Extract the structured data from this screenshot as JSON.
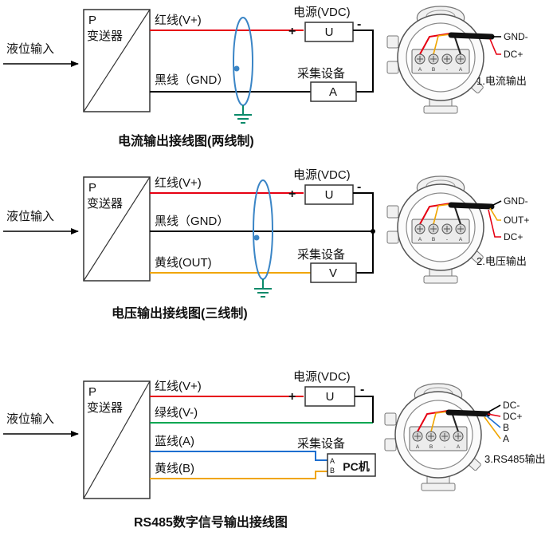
{
  "page_bg": "#ffffff",
  "colors": {
    "red": "#e60012",
    "black": "#000000",
    "yellow": "#f0a500",
    "green": "#00a651",
    "blue": "#1e6fd0",
    "shield_blue": "#3a85c6",
    "ground_green": "#0a8a6a"
  },
  "terminal_marks": [
    "A",
    "B",
    "-",
    "A"
  ],
  "sections": [
    {
      "input_label": "液位输入",
      "transmitter": {
        "p": "P",
        "name": "变送器"
      },
      "wires": [
        {
          "label": "红线(V+)",
          "color": "#e60012"
        },
        {
          "label": "黑线（GND）",
          "color": "#000000"
        }
      ],
      "power": {
        "title": "电源(VDC)",
        "unit": "U",
        "plus": "+",
        "minus": "-"
      },
      "collector": {
        "title": "采集设备",
        "unit": "A"
      },
      "caption": "电流输出接线图(两线制)",
      "device": {
        "pins": [
          "GND-",
          "DC+"
        ],
        "caption": "1.电流输出"
      }
    },
    {
      "input_label": "液位输入",
      "transmitter": {
        "p": "P",
        "name": "变送器"
      },
      "wires": [
        {
          "label": "红线(V+)",
          "color": "#e60012"
        },
        {
          "label": "黑线（GND）",
          "color": "#000000"
        },
        {
          "label": "黄线(OUT)",
          "color": "#f0a500"
        }
      ],
      "power": {
        "title": "电源(VDC)",
        "unit": "U",
        "plus": "+",
        "minus": "-"
      },
      "collector": {
        "title": "采集设备",
        "unit": "V"
      },
      "caption": "电压输出接线图(三线制)",
      "device": {
        "pins": [
          "GND-",
          "OUT+",
          "DC+"
        ],
        "caption": "2.电压输出"
      }
    },
    {
      "input_label": "液位输入",
      "transmitter": {
        "p": "P",
        "name": "变送器"
      },
      "wires": [
        {
          "label": "红线(V+)",
          "color": "#e60012"
        },
        {
          "label": "绿线(V-)",
          "color": "#00a651"
        },
        {
          "label": "蓝线(A)",
          "color": "#1e6fd0"
        },
        {
          "label": "黄线(B)",
          "color": "#f0a500"
        }
      ],
      "power": {
        "title": "电源(VDC)",
        "unit": "U",
        "plus": "+",
        "minus": "-"
      },
      "collector": {
        "title": "采集设备",
        "unit": "PC机",
        "port_a": "A",
        "port_b": "B"
      },
      "caption": "RS485数字信号输出接线图",
      "device": {
        "pins": [
          "DC-",
          "DC+",
          "B",
          "A"
        ],
        "caption": "3.RS485输出"
      }
    }
  ]
}
